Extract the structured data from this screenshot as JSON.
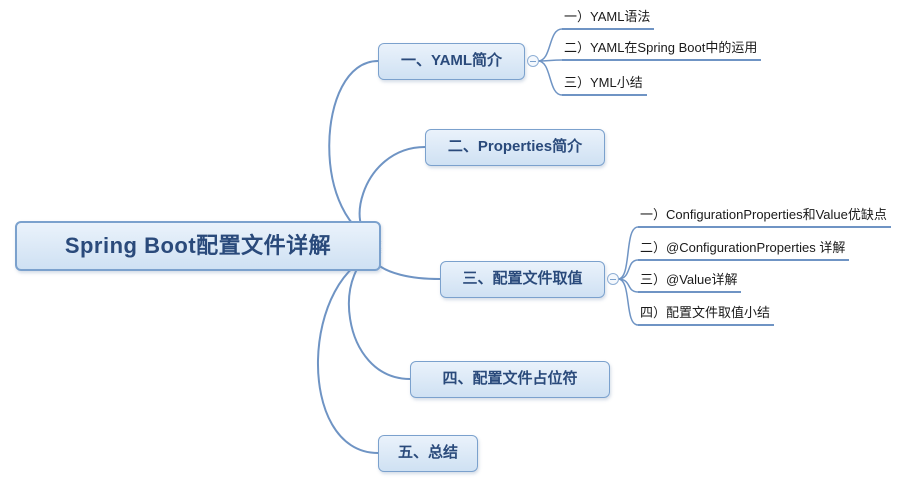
{
  "root": {
    "label": "Spring Boot配置文件详解"
  },
  "branches": [
    {
      "label": "一、YAML简介",
      "children": [
        "一）YAML语法",
        "二）YAML在Spring Boot中的运用",
        "三）YML小结"
      ]
    },
    {
      "label": "二、Properties简介",
      "children": []
    },
    {
      "label": "三、配置文件取值",
      "children": [
        "一）ConfigurationProperties和Value优缺点",
        "二）@ConfigurationProperties 详解",
        "三）@Value详解",
        "四）配置文件取值小结"
      ]
    },
    {
      "label": "四、配置文件占位符",
      "children": []
    },
    {
      "label": "五、总结",
      "children": []
    }
  ],
  "colors": {
    "line": "#6f94c4",
    "node_border": "#7ba1cd",
    "node_fill_top": "#eaf2fb",
    "node_fill_bottom": "#cfe1f3",
    "root_text": "#2a4a7b",
    "leaf_underline": "#6f94c4",
    "leaf_text": "#1a1a1a"
  }
}
